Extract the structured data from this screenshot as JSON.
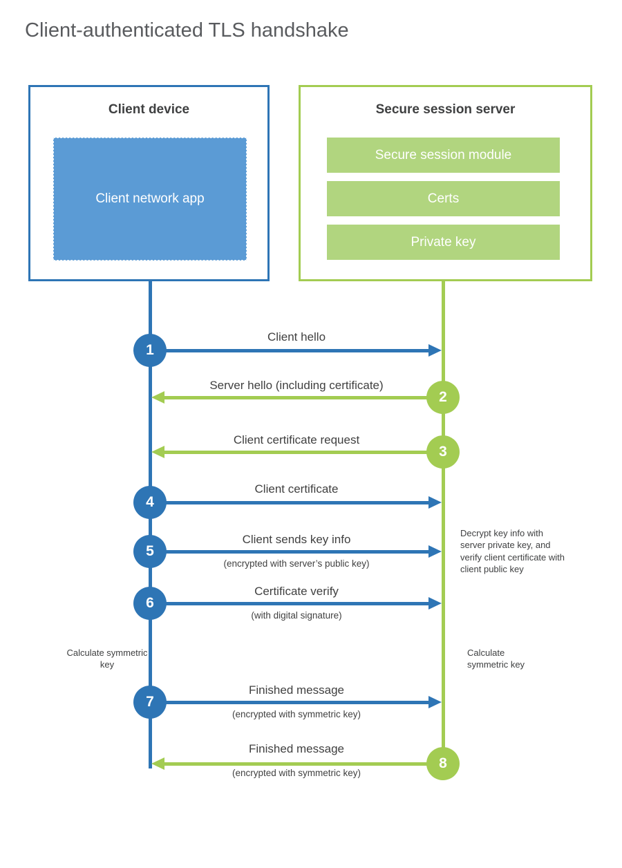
{
  "page": {
    "title": "Client-authenticated TLS handshake"
  },
  "colors": {
    "blue": "#2e75b5",
    "blue_fill": "#5b9bd5",
    "green": "#a3cc52",
    "green_fill": "#b1d57f",
    "label_text": "#404040",
    "title_text": "#595b5e"
  },
  "client_box": {
    "title": "Client device",
    "app_label": "Client network app"
  },
  "server_box": {
    "title": "Secure session server",
    "modules": [
      "Secure session module",
      "Certs",
      "Private key"
    ]
  },
  "messages": [
    {
      "num": "1",
      "label": "Client hello",
      "direction": "client-to-server",
      "color": "#2e75b5"
    },
    {
      "num": "2",
      "label": "Server hello (including certificate)",
      "direction": "server-to-client",
      "color": "#a3cc52"
    },
    {
      "num": "3",
      "label": "Client certificate request",
      "direction": "server-to-client",
      "color": "#a3cc52"
    },
    {
      "num": "4",
      "label": "Client certificate",
      "direction": "client-to-server",
      "color": "#2e75b5"
    },
    {
      "num": "5",
      "label": "Client sends key info",
      "sub": "(encrypted with server’s public key)",
      "direction": "client-to-server",
      "color": "#2e75b5"
    },
    {
      "num": "6",
      "label": "Certificate verify",
      "sub": "(with digital signature)",
      "direction": "client-to-server",
      "color": "#2e75b5"
    },
    {
      "num": "7",
      "label": "Finished message",
      "sub": "(encrypted with symmetric key)",
      "direction": "client-to-server",
      "color": "#2e75b5"
    },
    {
      "num": "8",
      "label": "Finished message",
      "sub": "(encrypted with symmetric key)",
      "direction": "server-to-client",
      "color": "#a3cc52"
    }
  ],
  "annotations": {
    "server_note": "Decrypt key info with server private key, and verify client certificate with client public key",
    "client_calc": "Calculate symmetric key",
    "server_calc": "Calculate symmetric key"
  }
}
